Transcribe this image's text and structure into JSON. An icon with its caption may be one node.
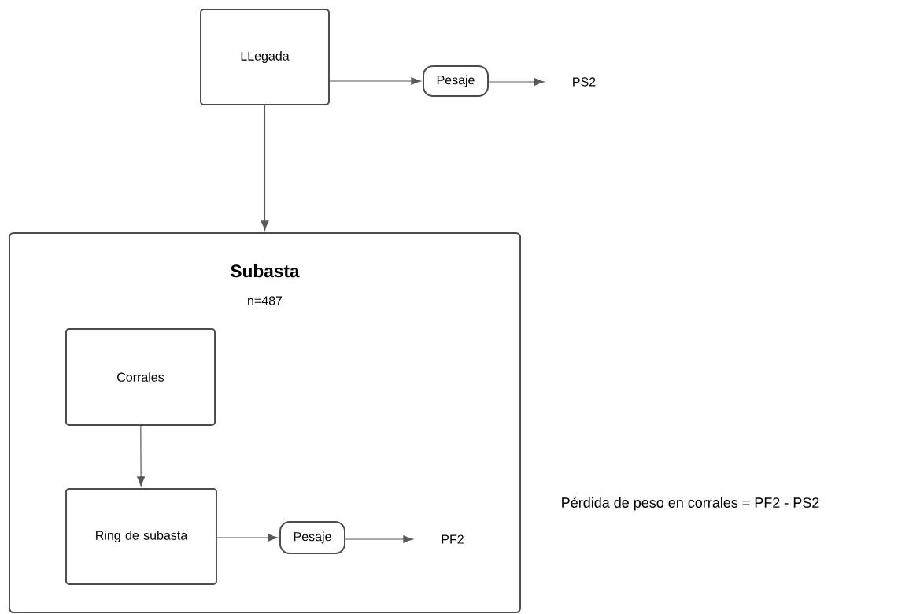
{
  "diagram": {
    "nodes": [
      {
        "text": [
          "LLegada"
        ]
      },
      {
        "text": [
          "Pesaje"
        ]
      },
      {
        "text": [
          "PS2"
        ]
      },
      {
        "text": [
          "Subasta",
          "n=487"
        ]
      },
      {
        "text": [
          "Corrales"
        ],
        "in": 3
      },
      {
        "text": [
          "Ring de subasta"
        ],
        "in": 3
      },
      {
        "text": [
          "Pesaje"
        ],
        "in": 3
      },
      {
        "text": [
          "PF2"
        ],
        "in": 3
      }
    ],
    "edges": [
      {
        "from": 0,
        "to": 1,
        "arrow": "to"
      },
      {
        "from": 1,
        "to": 2,
        "arrow": "to"
      },
      {
        "from": 0,
        "to": 3,
        "arrow": "to"
      },
      {
        "from": 4,
        "to": 5,
        "arrow": "to"
      },
      {
        "from": 5,
        "to": 6,
        "arrow": "to"
      },
      {
        "from": 6,
        "to": 7,
        "arrow": "to"
      }
    ],
    "labels": [
      "Pérdida de peso en corrales = PF2 - PS2"
    ]
  }
}
